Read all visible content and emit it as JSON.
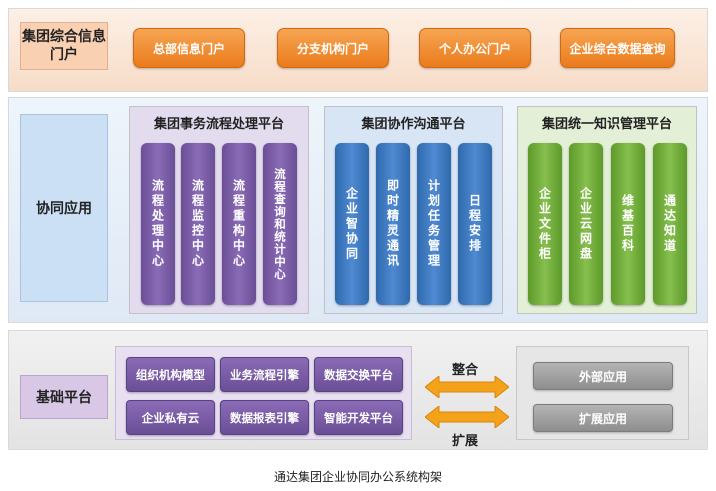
{
  "top": {
    "label": "集团综合信息门户",
    "portals": [
      "总部信息门户",
      "分支机构门户",
      "个人办公门户",
      "企业综合数据查询"
    ]
  },
  "middle": {
    "label": "协同应用",
    "groups": [
      {
        "title": "集团事务流程处理平台",
        "items": [
          "流程处理中心",
          "流程监控中心",
          "流程重构中心",
          "流程查询和统计中心"
        ]
      },
      {
        "title": "集团协作沟通平台",
        "items": [
          "企业智协同",
          "即时精灵通讯",
          "计划任务管理",
          "日程安排"
        ]
      },
      {
        "title": "集团统一知识管理平台",
        "items": [
          "企业文件柜",
          "企业云网盘",
          "维基百科",
          "通达知道"
        ]
      }
    ]
  },
  "bottom": {
    "label": "基础平台",
    "platforms": [
      "组织机构模型",
      "业务流程引擎",
      "数据交换平台",
      "企业私有云",
      "数据报表引擎",
      "智能开发平台"
    ],
    "arrow_labels": [
      "整合",
      "扩展"
    ],
    "apps": [
      "外部应用",
      "扩展应用"
    ]
  },
  "caption": "通达集团企业协同办公系统构架",
  "colors": {
    "portal_orange": "#ea7b1c",
    "purple": "#6a4e96",
    "blue": "#2f69ad",
    "green": "#5c9a2a",
    "gray": "#8e8e8e",
    "arrow_orange": "#f4a21a"
  }
}
